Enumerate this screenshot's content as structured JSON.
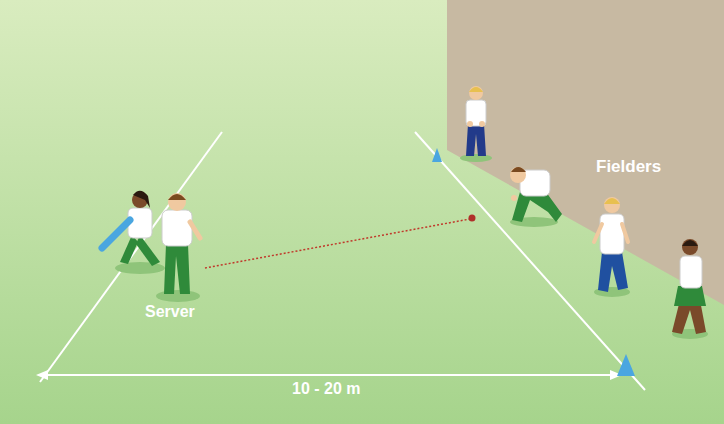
{
  "diagram": {
    "labels": [
      "Server",
      "Fielders",
      "10 - 20 m"
    ]
  }
}
